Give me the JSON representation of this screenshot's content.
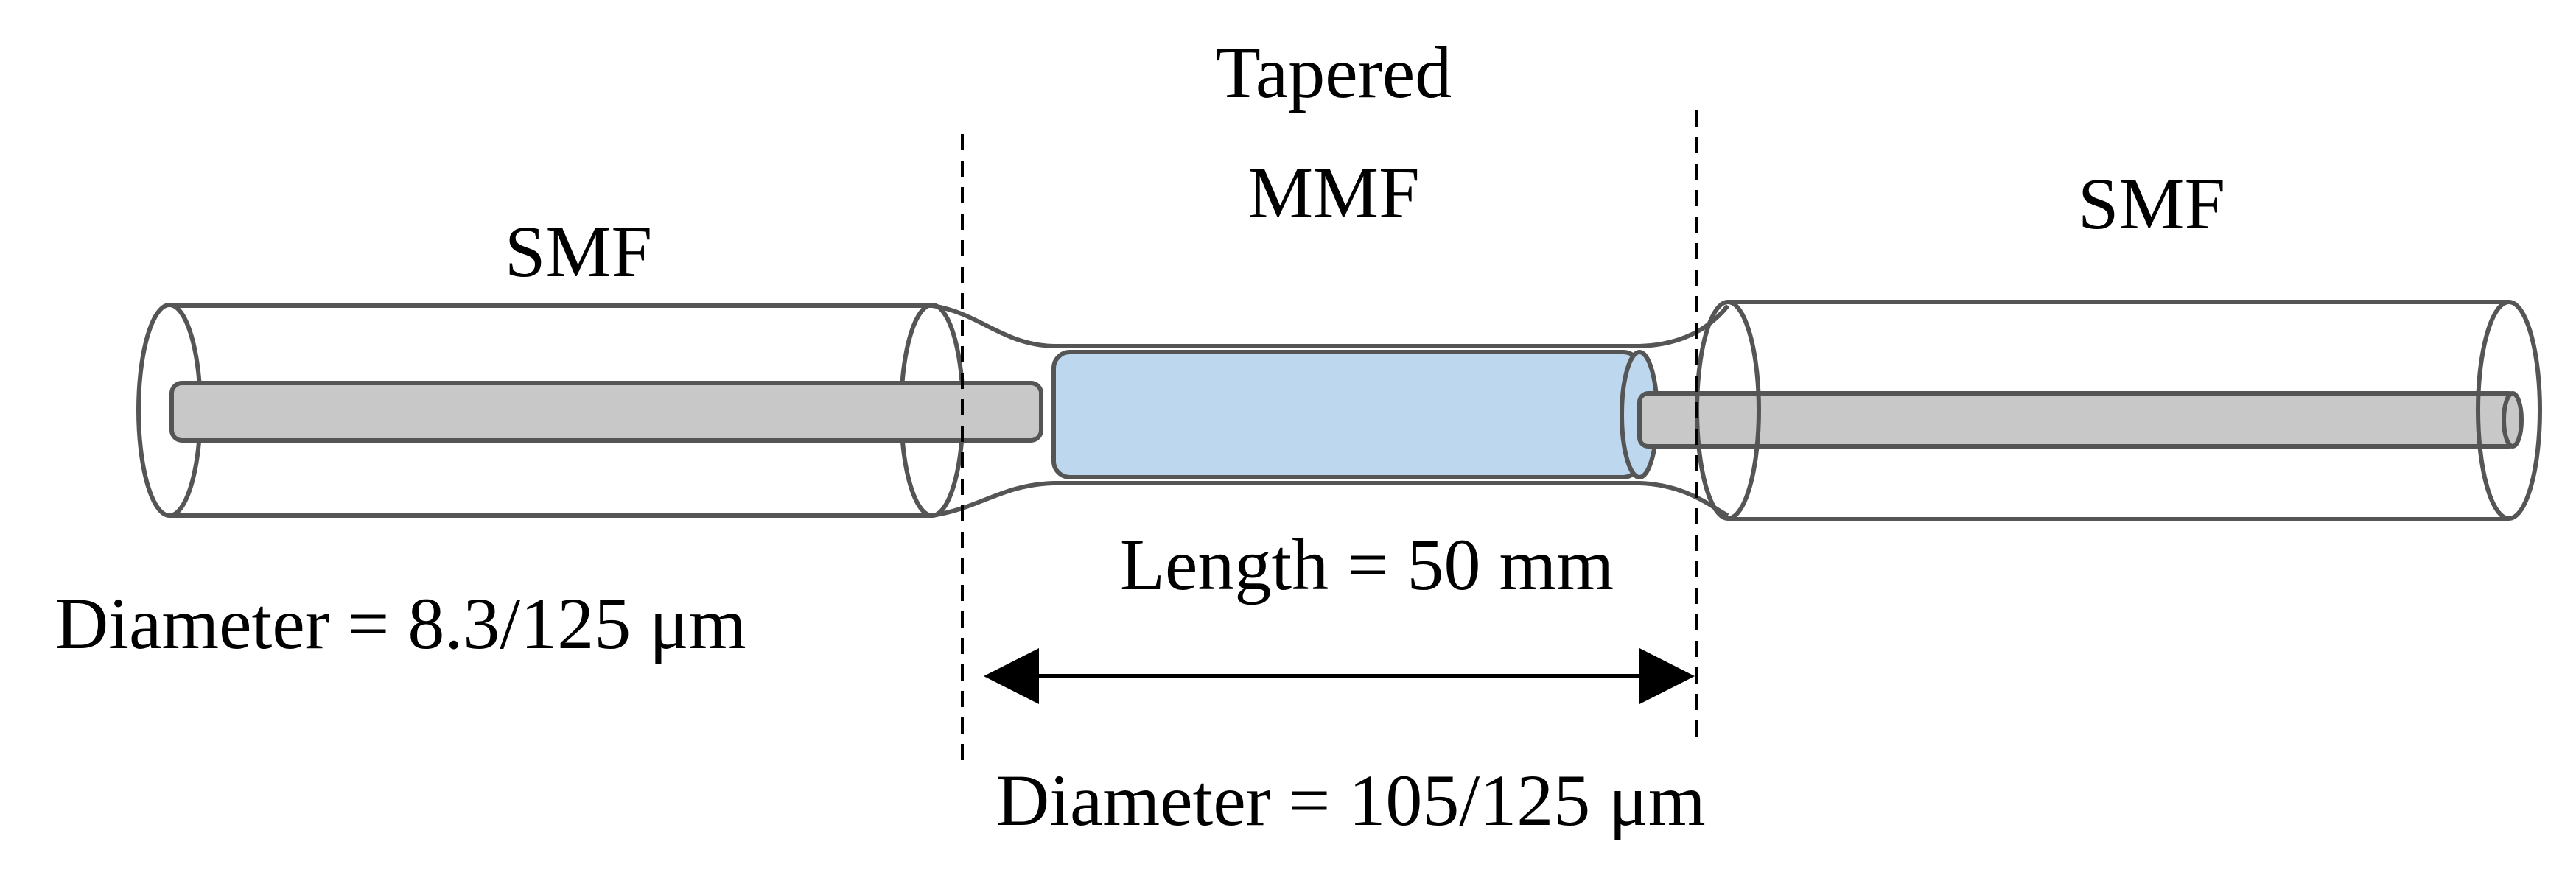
{
  "labels": {
    "left_fiber": "SMF",
    "middle_fiber_line1": "Tapered",
    "middle_fiber_line2": "MMF",
    "right_fiber": "SMF",
    "smf_diameter": "Diameter = 8.3/125 μm",
    "taper_length": "Length = 50 mm",
    "mmf_diameter": "Diameter = 105/125 μm"
  },
  "colors": {
    "cladding_outline": "#555555",
    "core_fill": "#c8c8c8",
    "core_outline": "#555555",
    "mmf_core_fill": "#bdd7ee",
    "arrow": "#000000",
    "dashed_line": "#000000"
  }
}
